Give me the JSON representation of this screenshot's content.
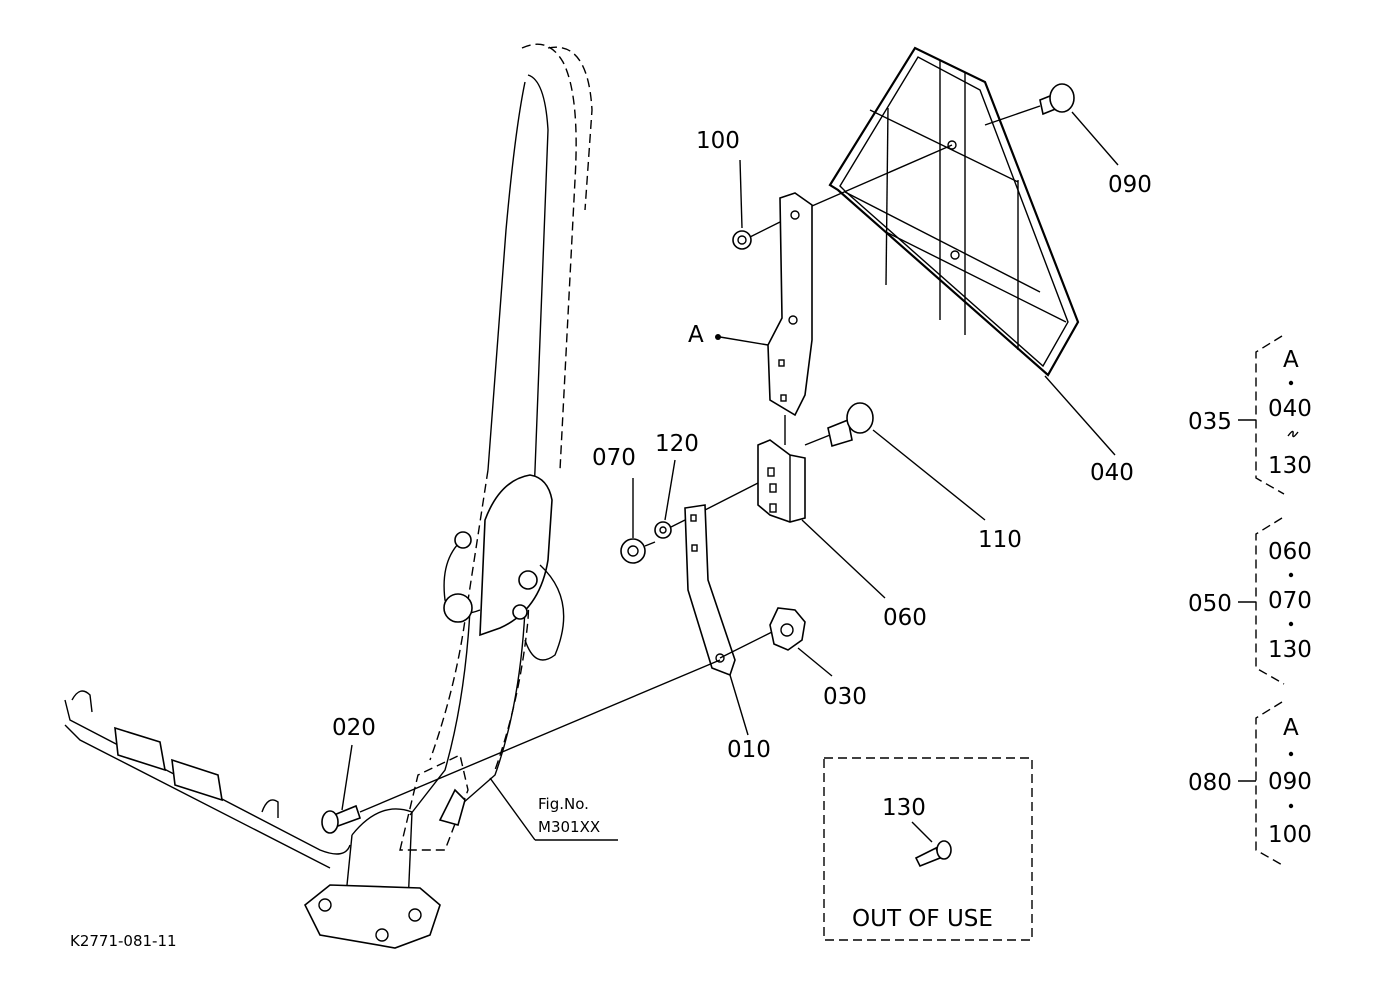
{
  "diagram": {
    "callouts": {
      "c010": "010",
      "c020": "020",
      "c030": "030",
      "c040": "040",
      "c060": "060",
      "c070": "070",
      "c090": "090",
      "c100": "100",
      "c110": "110",
      "c120": "120",
      "cA": "A"
    },
    "ref_box": {
      "part": "130",
      "caption": "OUT OF USE"
    },
    "fig_ref": {
      "line1": "Fig.No.",
      "line2": "M301XX"
    },
    "drawing_code": "K2771-081-11",
    "groups": [
      {
        "id": "035",
        "items": [
          "A",
          "040",
          "130"
        ],
        "separators": [
          "dot",
          "tilde"
        ]
      },
      {
        "id": "050",
        "items": [
          "060",
          "070",
          "130"
        ],
        "separators": [
          "dot",
          "dot"
        ]
      },
      {
        "id": "080",
        "items": [
          "A",
          "090",
          "100"
        ],
        "separators": [
          "dot",
          "dot"
        ]
      }
    ]
  }
}
